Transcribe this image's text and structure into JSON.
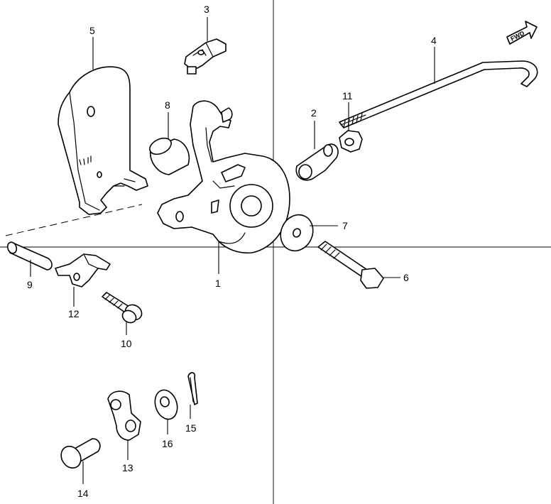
{
  "diagram": {
    "orientation_label": "FWD",
    "callouts": {
      "p1": "1",
      "p2": "2",
      "p3": "3",
      "p4": "4",
      "p5": "5",
      "p6": "6",
      "p7": "7",
      "p8": "8",
      "p9": "9",
      "p10": "10",
      "p11": "11",
      "p12": "12",
      "p13": "13",
      "p14": "14",
      "p15": "15",
      "p16": "16"
    }
  }
}
